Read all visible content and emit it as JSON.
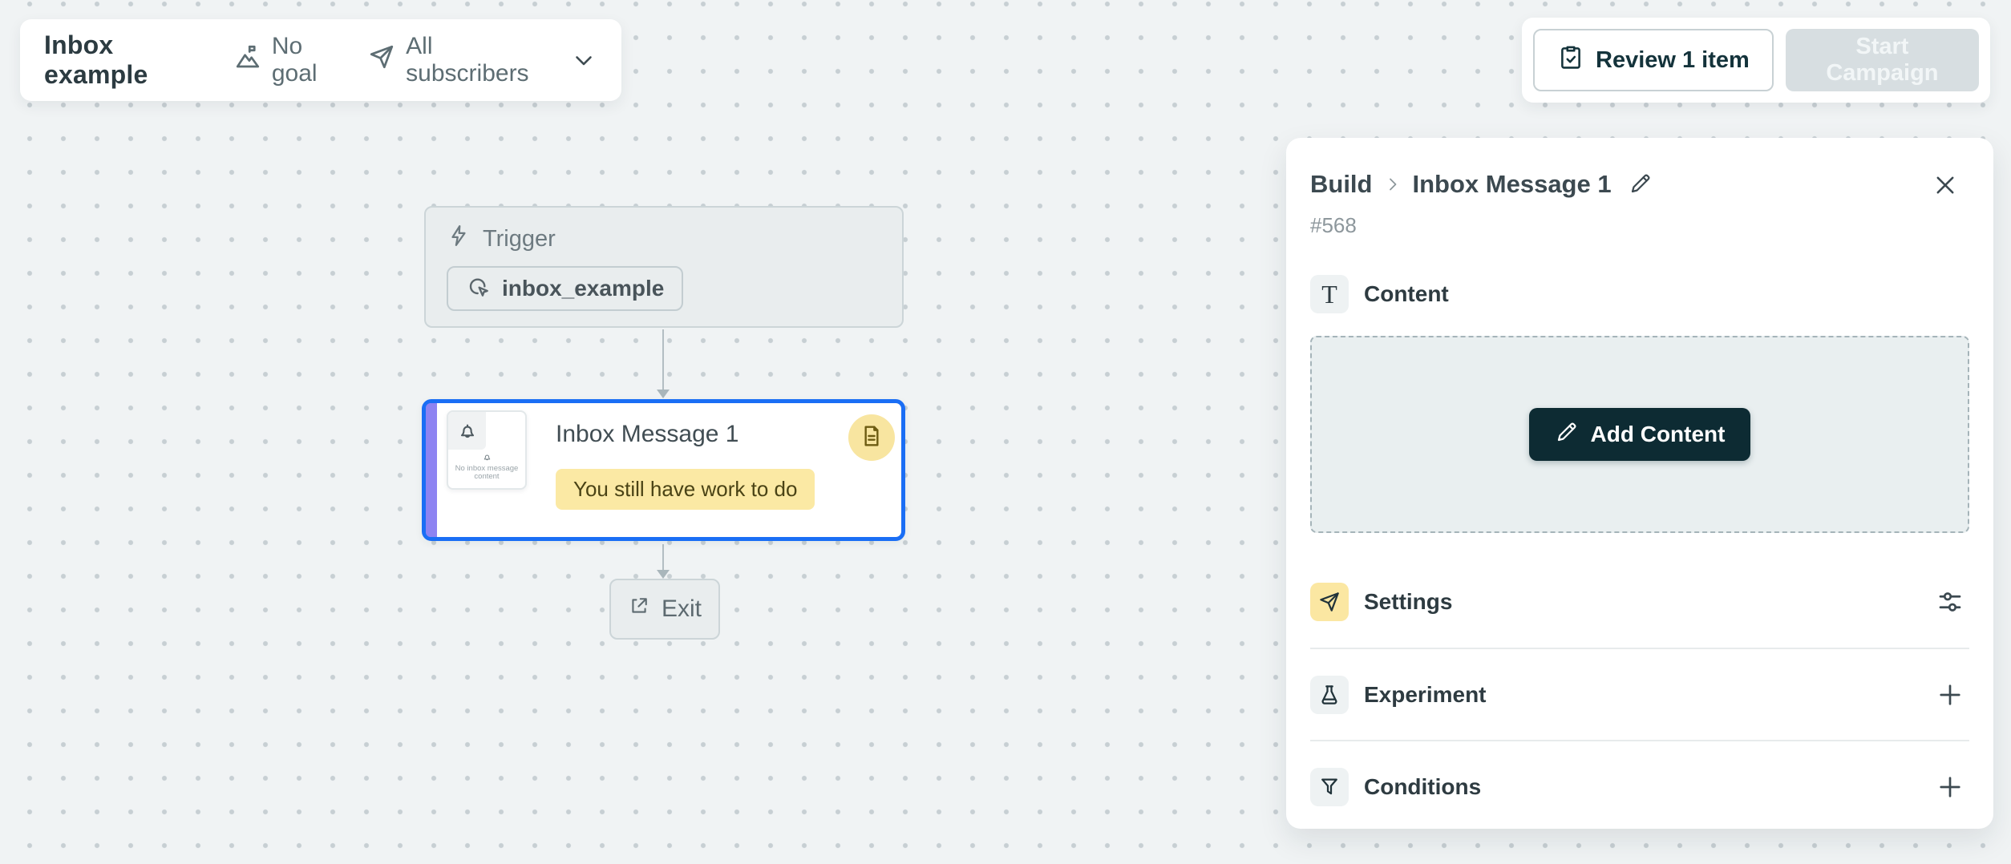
{
  "header": {
    "campaign": {
      "name": "Inbox example",
      "goal": "No goal",
      "audience": "All subscribers"
    },
    "actions": {
      "review": "Review 1 item",
      "start": "Start Campaign"
    }
  },
  "canvas": {
    "trigger": {
      "label": "Trigger",
      "event": "inbox_example"
    },
    "message": {
      "title": "Inbox Message 1",
      "warning": "You still have work to do",
      "thumbnail_caption": "No inbox message content"
    },
    "exit": {
      "label": "Exit"
    }
  },
  "panel": {
    "breadcrumb": {
      "section": "Build",
      "title": "Inbox Message 1"
    },
    "node_id": "#568",
    "content": {
      "label": "Content",
      "icon_glyph": "T",
      "add_button": "Add Content"
    },
    "rows": [
      {
        "label": "Settings",
        "icon": "send-icon",
        "action_icon": "sliders-icon"
      },
      {
        "label": "Experiment",
        "icon": "flask-icon",
        "action_icon": "plus-icon"
      },
      {
        "label": "Conditions",
        "icon": "filter-icon",
        "action_icon": "plus-icon"
      }
    ]
  },
  "colors": {
    "selection_blue": "#1a6ef5",
    "accent_purple": "#8d83f2",
    "warning_yellow_bg": "#fbe9a4",
    "warning_icon_bg": "#f8e5a0",
    "settings_chip_yellow": "#fbe7a2",
    "primary_dark_button": "#0d2b33",
    "canvas_background": "#f0f3f4",
    "canvas_dot": "#c7cfd3"
  },
  "icons": [
    "goal-flag-icon",
    "send-icon",
    "chevron-down-icon",
    "clipboard-check-icon",
    "lightning-icon",
    "event-click-icon",
    "bell-icon",
    "document-icon",
    "external-link-icon",
    "chevron-right-icon",
    "pencil-icon",
    "close-icon",
    "text-icon",
    "flask-icon",
    "filter-icon",
    "sliders-icon",
    "plus-icon"
  ]
}
